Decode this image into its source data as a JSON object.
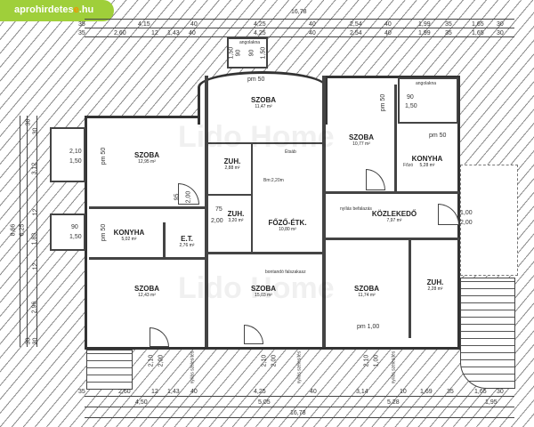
{
  "logo": {
    "text_main": "aprohirdetes",
    "text_accent": "e",
    "text_suffix": ".hu"
  },
  "watermark": "Lido Home",
  "dimensions": {
    "top_total": "16,78",
    "top_row1": [
      "35",
      "4,15",
      "40",
      "4,25",
      "40",
      "2,54",
      "40",
      "1,99",
      "35",
      "1,65",
      "30"
    ],
    "top_row2": [
      "35",
      "2,60",
      "12",
      "1,43",
      "40",
      "4,25",
      "40",
      "2,54",
      "40",
      "1,99",
      "35",
      "1,65",
      "30"
    ],
    "bottom_row1": [
      "35",
      "2,60",
      "12",
      "1,43",
      "40",
      "4,25",
      "40",
      "3,14",
      "10",
      "1,69",
      "35",
      "1,65",
      "30"
    ],
    "bottom_row2": [
      "4,50",
      "5,05",
      "5,28",
      "1,95"
    ],
    "bottom_total": "16,78",
    "left": [
      "8,66",
      "6,25",
      "30",
      "30",
      "3,12",
      "12",
      "1,83",
      "12",
      "2,96",
      "30",
      "30"
    ]
  },
  "rooms": [
    {
      "name": "SZOBA",
      "area": "12,95 m²"
    },
    {
      "name": "KONYHA",
      "area": "5,02 m²"
    },
    {
      "name": "E.T.",
      "area": "2,76 m²"
    },
    {
      "name": "SZOBA",
      "area": "12,43 m²"
    },
    {
      "name": "SZOBA",
      "area": "11,47 m²"
    },
    {
      "name": "ZUH.",
      "area": "2,88 m²"
    },
    {
      "name": "ZUH.",
      "area": "3,20 m²"
    },
    {
      "name": "FŐZŐ-ÉTK.",
      "area": "10,80 m²"
    },
    {
      "name": "SZOBA",
      "area": "15,03 m²"
    },
    {
      "name": "SZOBA",
      "area": "10,77 m²"
    },
    {
      "name": "KONYHA",
      "area": "5,28 m²"
    },
    {
      "name": "KÖZLEKEDŐ",
      "area": "7,97 m²"
    },
    {
      "name": "SZOBA",
      "area": "11,74 m²"
    },
    {
      "name": "ZUH.",
      "area": "2,28 m²"
    }
  ],
  "annotations": {
    "angolakna": "angolakna",
    "nyilas_befalazas": "nyílás befalazás",
    "bontando": "bontandó falszakasz",
    "nyilas_szelesites": "nyílás szélesítés",
    "etozo": "Étsáb",
    "fozo": "Főzó",
    "bm": "Bm:2,20m",
    "pm50": "pm 50",
    "pm100": "pm 1,00"
  },
  "openings": {
    "w_210_150": [
      "2,10",
      "1,50"
    ],
    "w_90_150": [
      "90",
      "1,50"
    ],
    "d_95_200": [
      "95",
      "2,00"
    ],
    "d_75_200": [
      "75",
      "2,00"
    ],
    "d_100_200": [
      "1,00",
      "2,00"
    ],
    "d_210_200": [
      "2,10",
      "2,00"
    ],
    "d_210_100": [
      "2,10",
      "1,00"
    ],
    "top_150_90": [
      "1,50",
      "90",
      "90",
      "1,50"
    ]
  }
}
